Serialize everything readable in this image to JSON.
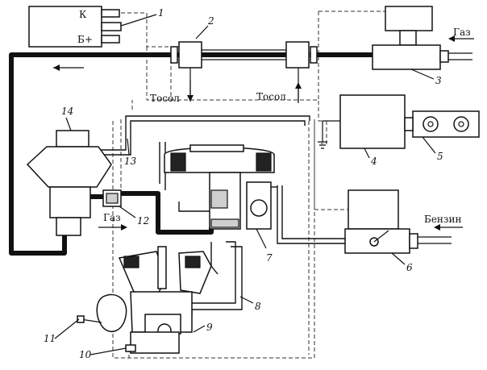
{
  "relay": {
    "terminal_k": "К",
    "terminal_b": "Б+"
  },
  "flow_labels": {
    "coolant_out": "Тосол",
    "coolant_in": "Тосол",
    "gas_inlet": "Газ",
    "gas_to_engine": "Газ",
    "petrol_inlet": "Бензин"
  },
  "callouts": [
    "1",
    "2",
    "3",
    "4",
    "5",
    "6",
    "7",
    "8",
    "9",
    "10",
    "11",
    "12",
    "13",
    "14"
  ]
}
